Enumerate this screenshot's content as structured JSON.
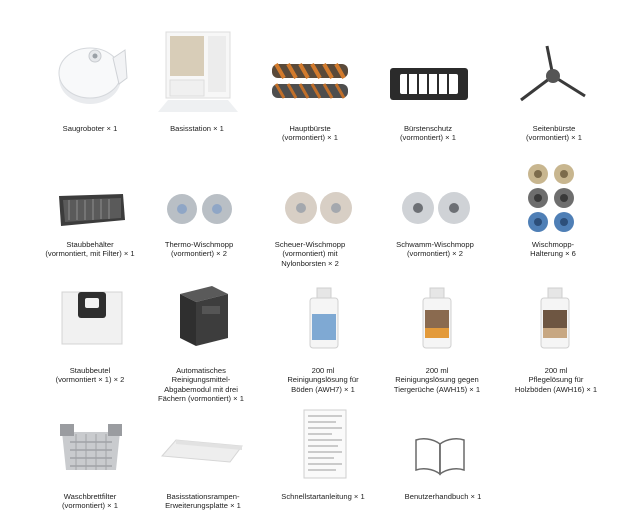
{
  "items": [
    {
      "id": "saugroboter",
      "icon": "robot-vacuum-icon",
      "caption": "Saugroboter × 1"
    },
    {
      "id": "basisstation",
      "icon": "base-station-icon",
      "caption": "Basisstation × 1"
    },
    {
      "id": "hauptbuerste",
      "icon": "main-brush-icon",
      "caption": "Hauptbürste\n(vormontiert) × 1"
    },
    {
      "id": "buerstenschutz",
      "icon": "brush-guard-icon",
      "caption": "Bürstenschutz\n(vormontiert) × 1"
    },
    {
      "id": "seitenbuerste",
      "icon": "side-brush-icon",
      "caption": "Seitenbürste\n(vormontiert) × 1"
    },
    {
      "id": "staubbehaelter",
      "icon": "dustbin-icon",
      "caption": "Staubbehälter\n(vormontiert, mit Filter) × 1"
    },
    {
      "id": "thermo-wischmopp",
      "icon": "mop-pads-icon",
      "caption": "Thermo-Wischmopp\n(vormontiert) × 2"
    },
    {
      "id": "scheuer-wischmopp",
      "icon": "mop-pads-icon",
      "caption": "Scheuer-Wischmopp\n(vormontiert) mit\nNylonborsten × 2"
    },
    {
      "id": "schwamm-wischmopp",
      "icon": "mop-pads-icon",
      "caption": "Schwamm-Wischmopp\n(vormontiert) × 2"
    },
    {
      "id": "wischmopp-halterung",
      "icon": "mop-holder-icon",
      "caption": "Wischmopp-\nHalterung × 6"
    },
    {
      "id": "staubbeutel",
      "icon": "dust-bag-icon",
      "caption": "Staubbeutel\n(vormontiert × 1) × 2"
    },
    {
      "id": "abgabemodul",
      "icon": "detergent-module-icon",
      "caption": "Automatisches\nReinigungsmittel-\nAbgabemodul mit drei\nFächern (vormontiert) × 1"
    },
    {
      "id": "reinigungsloesung-awh7",
      "icon": "bottle-icon",
      "caption": "200 ml\nReinigungslösung für\nBöden (AWH7) × 1"
    },
    {
      "id": "reinigungsloesung-awh15",
      "icon": "bottle-icon",
      "caption": "200 ml\nReinigungslösung gegen\nTiergerüche (AWH15) × 1"
    },
    {
      "id": "pflegeloesung-awh16",
      "icon": "bottle-icon",
      "caption": "200 ml\nPflegelösung für\nHolzböden (AWH16) × 1"
    },
    {
      "id": "waschbrettfilter",
      "icon": "washboard-filter-icon",
      "caption": "Waschbrettfilter\n(vormontiert) × 1"
    },
    {
      "id": "rampen-erweiterungsplatte",
      "icon": "ramp-plate-icon",
      "caption": "Basisstationsrampen-\nErweiterungsplatte  × 1"
    },
    {
      "id": "schnellstartanleitung",
      "icon": "quick-guide-icon",
      "caption": "Schnellstartanleitung  × 1"
    },
    {
      "id": "benutzerhandbuch",
      "icon": "manual-book-icon",
      "caption": "Benutzerhandbuch × 1"
    }
  ]
}
